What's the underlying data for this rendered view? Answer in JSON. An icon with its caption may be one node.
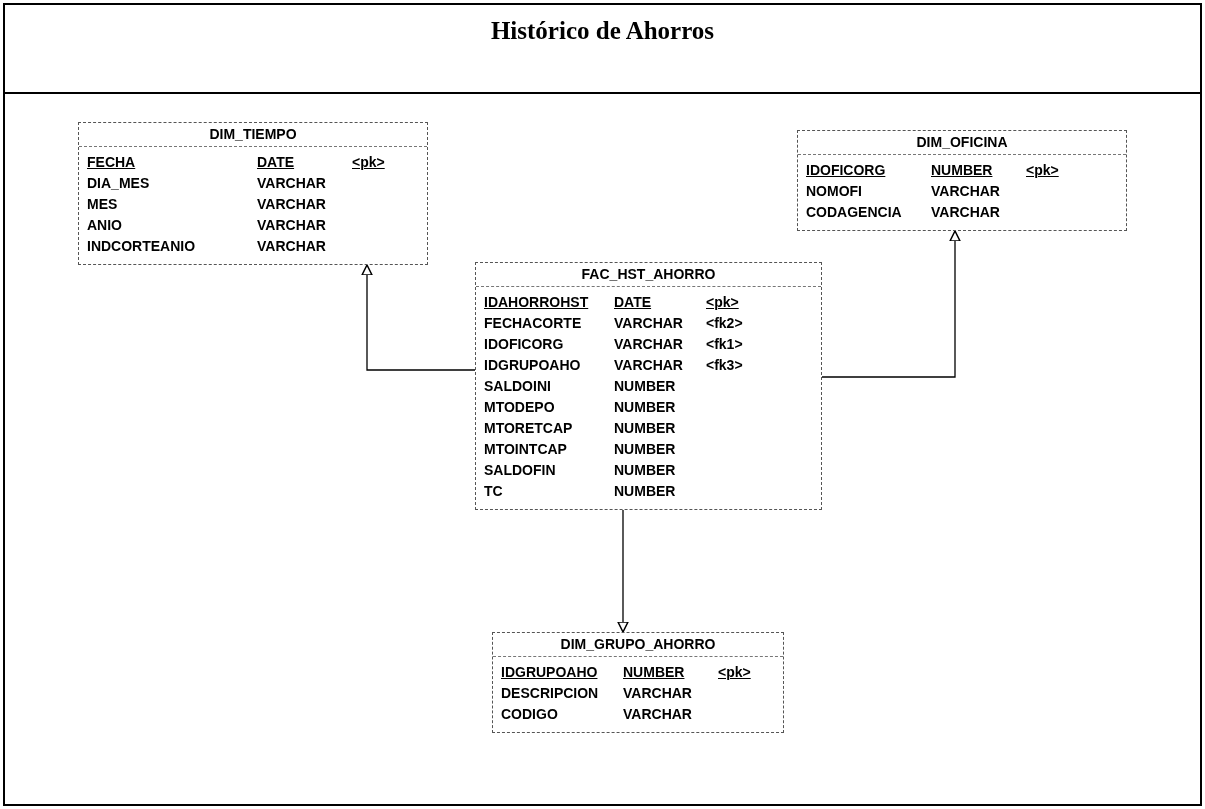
{
  "diagram": {
    "title": "Histórico de Ahorros",
    "nodes": [
      {
        "text": [
          "DIM_TIEMPO"
        ]
      },
      {
        "text": [
          "FECHA",
          "DATE",
          "<pk>"
        ],
        "in": 0
      },
      {
        "text": [
          "DIA_MES",
          "VARCHAR"
        ],
        "in": 0
      },
      {
        "text": [
          "MES",
          "VARCHAR"
        ],
        "in": 0
      },
      {
        "text": [
          "ANIO",
          "VARCHAR"
        ],
        "in": 0
      },
      {
        "text": [
          "INDCORTEANIO",
          "VARCHAR"
        ],
        "in": 0
      },
      {
        "text": [
          "DIM_OFICINA"
        ]
      },
      {
        "text": [
          "IDOFICORG",
          "NUMBER",
          "<pk>"
        ],
        "in": 6
      },
      {
        "text": [
          "NOMOFI",
          "VARCHAR"
        ],
        "in": 6
      },
      {
        "text": [
          "CODAGENCIA",
          "VARCHAR"
        ],
        "in": 6
      },
      {
        "text": [
          "FAC_HST_AHORRO"
        ]
      },
      {
        "text": [
          "IDAHORROHST",
          "DATE",
          "<pk>"
        ],
        "in": 10
      },
      {
        "text": [
          "FECHACORTE",
          "VARCHAR",
          "<fk2>"
        ],
        "in": 10
      },
      {
        "text": [
          "IDOFICORG",
          "VARCHAR",
          "<fk1>"
        ],
        "in": 10
      },
      {
        "text": [
          "IDGRUPOAHO",
          "VARCHAR",
          "<fk3>"
        ],
        "in": 10
      },
      {
        "text": [
          "SALDOINI",
          "NUMBER"
        ],
        "in": 10
      },
      {
        "text": [
          "MTODEPO",
          "NUMBER"
        ],
        "in": 10
      },
      {
        "text": [
          "MTORETCAP",
          "NUMBER"
        ],
        "in": 10
      },
      {
        "text": [
          "MTOINTCAP",
          "NUMBER"
        ],
        "in": 10
      },
      {
        "text": [
          "SALDOFIN",
          "NUMBER"
        ],
        "in": 10
      },
      {
        "text": [
          "TC",
          "NUMBER"
        ],
        "in": 10
      },
      {
        "text": [
          "DIM_GRUPO_AHORRO"
        ]
      },
      {
        "text": [
          "IDGRUPOAHO",
          "NUMBER",
          "<pk>"
        ],
        "in": 21
      },
      {
        "text": [
          "DESCRIPCION",
          "VARCHAR"
        ],
        "in": 21
      },
      {
        "text": [
          "CODIGO",
          "VARCHAR"
        ],
        "in": 21
      }
    ],
    "edges": [
      {
        "from": 10,
        "to": 0,
        "arrow": "to"
      },
      {
        "from": 10,
        "to": 6,
        "arrow": "to"
      },
      {
        "from": 10,
        "to": 21,
        "arrow": "to"
      }
    ]
  }
}
